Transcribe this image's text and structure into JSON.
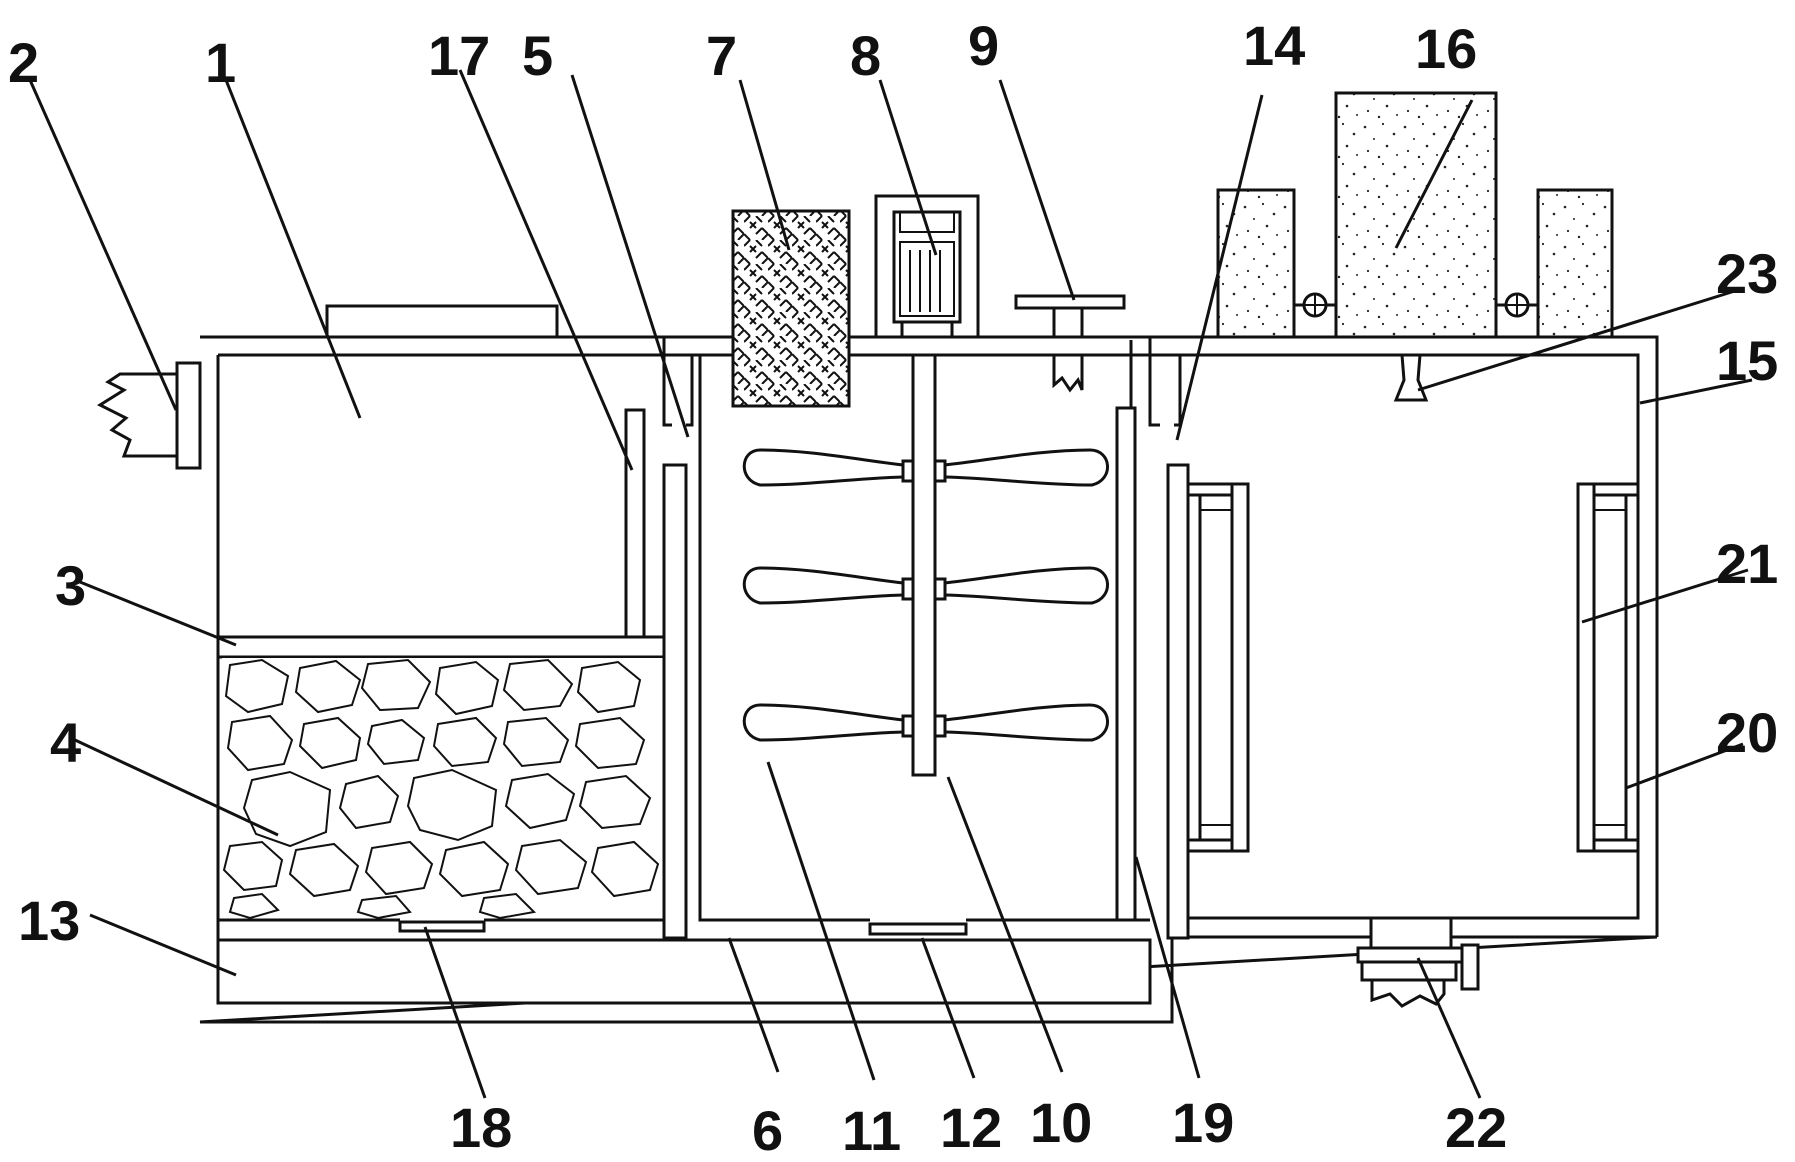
{
  "figure": {
    "labels": [
      {
        "id": "n1",
        "text": "1"
      },
      {
        "id": "n2",
        "text": "2"
      },
      {
        "id": "n3",
        "text": "3"
      },
      {
        "id": "n4",
        "text": "4"
      },
      {
        "id": "n5",
        "text": "5"
      },
      {
        "id": "n6",
        "text": "6"
      },
      {
        "id": "n7",
        "text": "7"
      },
      {
        "id": "n8",
        "text": "8"
      },
      {
        "id": "n9",
        "text": "9"
      },
      {
        "id": "n10",
        "text": "10"
      },
      {
        "id": "n11",
        "text": "11"
      },
      {
        "id": "n12",
        "text": "12"
      },
      {
        "id": "n13",
        "text": "13"
      },
      {
        "id": "n14",
        "text": "14"
      },
      {
        "id": "n15",
        "text": "15"
      },
      {
        "id": "n16",
        "text": "16"
      },
      {
        "id": "n17",
        "text": "17"
      },
      {
        "id": "n18",
        "text": "18"
      },
      {
        "id": "n19",
        "text": "19"
      },
      {
        "id": "n20",
        "text": "20"
      },
      {
        "id": "n21",
        "text": "21"
      },
      {
        "id": "n22",
        "text": "22"
      },
      {
        "id": "n23",
        "text": "23"
      }
    ]
  }
}
